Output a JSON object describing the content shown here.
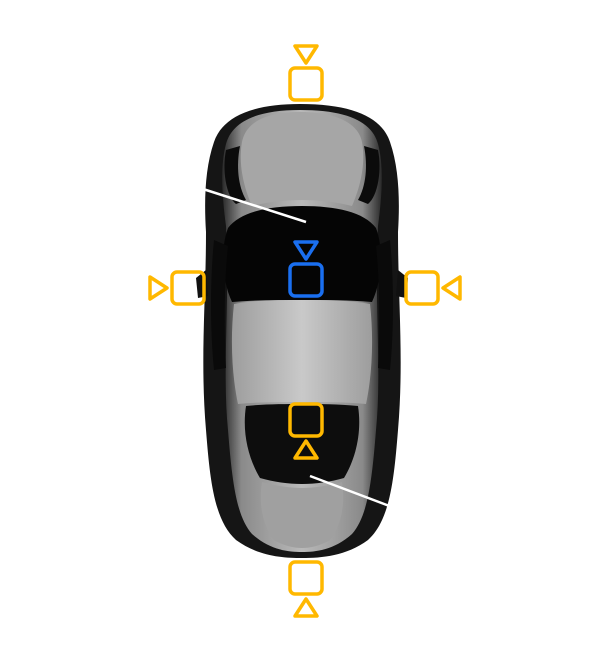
{
  "colors": {
    "camera_external": "#FFB800",
    "camera_internal": "#1A6FF0",
    "car_body": "#9B9B9B",
    "car_body_light": "#C4C4C4",
    "car_glass": "#050505",
    "car_edge": "#1A1A1A",
    "wiper": "#FFFFFF"
  },
  "cameras": [
    {
      "id": "front",
      "kind": "external",
      "facing": "forward"
    },
    {
      "id": "left",
      "kind": "external",
      "facing": "left"
    },
    {
      "id": "right",
      "kind": "external",
      "facing": "right"
    },
    {
      "id": "cabin",
      "kind": "internal",
      "facing": "forward"
    },
    {
      "id": "rear-window",
      "kind": "external",
      "facing": "rearward"
    },
    {
      "id": "rear",
      "kind": "external",
      "facing": "rearward"
    }
  ],
  "icons": {
    "car": "car-top-view-icon",
    "camera": "camera-icon"
  }
}
